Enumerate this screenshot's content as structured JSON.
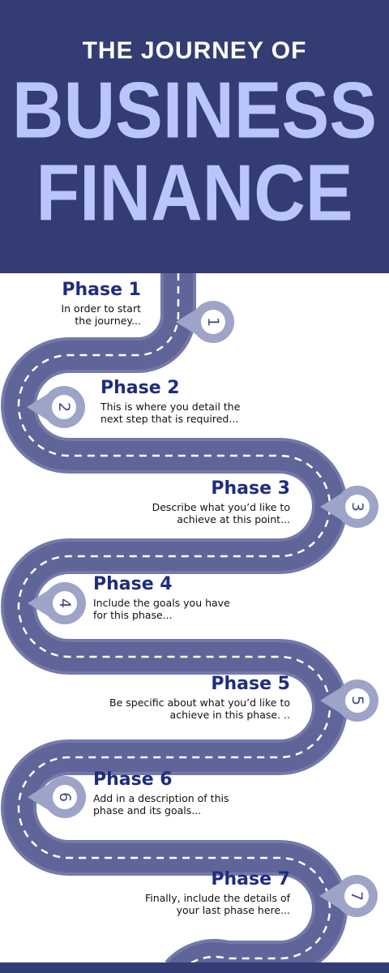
{
  "header": {
    "pre_title": "THE JOURNEY OF",
    "title_line1": "BUSINESS",
    "title_line2": "FINANCE"
  },
  "colors": {
    "navy": "#333d73",
    "title_accent": "#bac5ff",
    "road": "#5f6599",
    "road_edge": "#7479aa",
    "phase_title": "#1f2d7e",
    "pin": "#9ea3c8"
  },
  "phases": [
    {
      "number": "1",
      "title": "Phase 1",
      "desc": "In order to start\nthe journey..."
    },
    {
      "number": "2",
      "title": "Phase 2",
      "desc": "This is where you detail the\nnext step that is required..."
    },
    {
      "number": "3",
      "title": "Phase 3",
      "desc": "Describe what you’d like to\nachieve at this point..."
    },
    {
      "number": "4",
      "title": "Phase 4",
      "desc": "Include the goals you have\nfor this phase..."
    },
    {
      "number": "5",
      "title": "Phase 5",
      "desc": "Be specific about what you’d like to\nachieve in this phase. .."
    },
    {
      "number": "6",
      "title": "Phase 6",
      "desc": "Add in a description of this\nphase and its goals..."
    },
    {
      "number": "7",
      "title": "Phase 7",
      "desc": "Finally, include the details of\nyour last phase here..."
    }
  ]
}
